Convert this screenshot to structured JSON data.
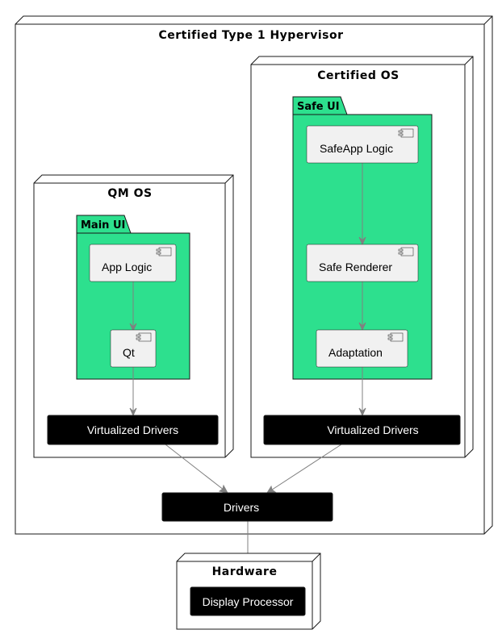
{
  "nodes": {
    "hypervisor": "Certified Type 1 Hypervisor",
    "certified_os": "Certified OS",
    "qm_os": "QM OS",
    "hardware": "Hardware"
  },
  "packages": {
    "main_ui": "Main UI",
    "safe_ui": "Safe UI"
  },
  "components": {
    "app_logic": "App Logic",
    "qt": "Qt",
    "safeapp_logic": "SafeApp Logic",
    "safe_renderer": "Safe Renderer",
    "adaptation": "Adaptation"
  },
  "boxes": {
    "virtualized_drivers_left": "Virtualized Drivers",
    "virtualized_drivers_right": "Virtualized Drivers",
    "drivers": "Drivers",
    "display_processor": "Display Processor"
  },
  "colors": {
    "package_fill": "#2de08e",
    "component_fill": "#f1f1f1",
    "edge": "#808080"
  }
}
